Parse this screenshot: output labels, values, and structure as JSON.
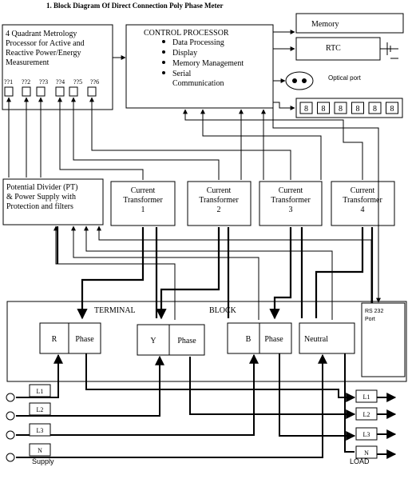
{
  "title": "1.   Block Diagram Of Direct Connection Poly Phase Meter",
  "metrology": {
    "lines": [
      "4 Quadrant Metrology",
      "Processor for Active and",
      "Reactive Power/Energy",
      "Measurement"
    ],
    "pins": [
      "??1",
      "??2",
      "??3",
      "??4",
      "??5",
      "??6"
    ]
  },
  "control": {
    "title": "CONTROL PROCESSOR",
    "items": [
      "Data Processing",
      "Display",
      "Memory Management",
      "Serial",
      "Communication"
    ]
  },
  "memory": "Memory",
  "rtc": "RTC",
  "optical_port": "Optical port",
  "display_digits": [
    "8",
    "8",
    "8",
    "8",
    "8",
    "8"
  ],
  "potential_divider": [
    "Potential Divider  (PT)",
    "& Power Supply with",
    "Protection and filters"
  ],
  "current_transformers": [
    {
      "line1": "Current",
      "line2": "Transformer",
      "num": "1"
    },
    {
      "line1": "Current",
      "line2": "Transformer",
      "num": "2"
    },
    {
      "line1": "Current",
      "line2": "Transformer",
      "num": "3"
    },
    {
      "line1": "Current",
      "line2": "Transformer",
      "num": "4"
    }
  ],
  "terminal": {
    "label1": "TERMINAL",
    "label2": "BLOCK"
  },
  "phases": [
    {
      "name": "R",
      "label": "Phase"
    },
    {
      "name": "Y",
      "label": "Phase"
    },
    {
      "name": "B",
      "label": "Phase"
    }
  ],
  "neutral": "Neutral",
  "rs232": [
    "RS 232",
    "Port"
  ],
  "supply_lines": [
    "L1",
    "L2",
    "L3",
    "N"
  ],
  "load_lines": [
    "L1",
    "L2",
    "L3",
    "N"
  ],
  "supply_label": "Supply",
  "load_label": "LOAD"
}
